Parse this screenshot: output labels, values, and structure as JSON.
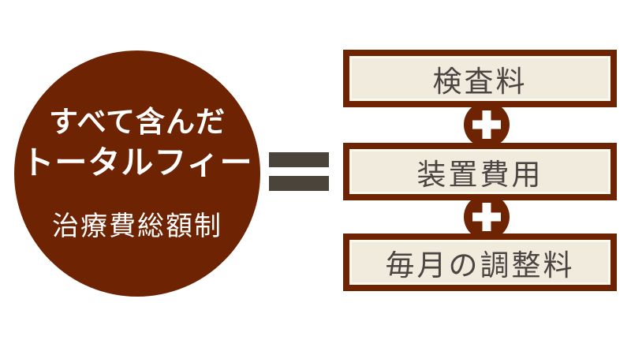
{
  "total": {
    "title_line1": "すべて含んだ",
    "title_line2": "トータルフィー",
    "subtitle": "治療費総額制"
  },
  "equation": {
    "equals_symbol": "=",
    "plus_symbol": "+"
  },
  "items": [
    {
      "label": "検査料"
    },
    {
      "label": "装置費用"
    },
    {
      "label": "毎月の調整料"
    }
  ],
  "colors": {
    "brown": "#6e2402",
    "box_fill": "#f0ebdc",
    "box_inner_line": "#fbf8ee",
    "box_label_text": "#4a4442",
    "equals_bars": "#4b443b",
    "circle_text": "#ffffff",
    "background": "#ffffff"
  }
}
